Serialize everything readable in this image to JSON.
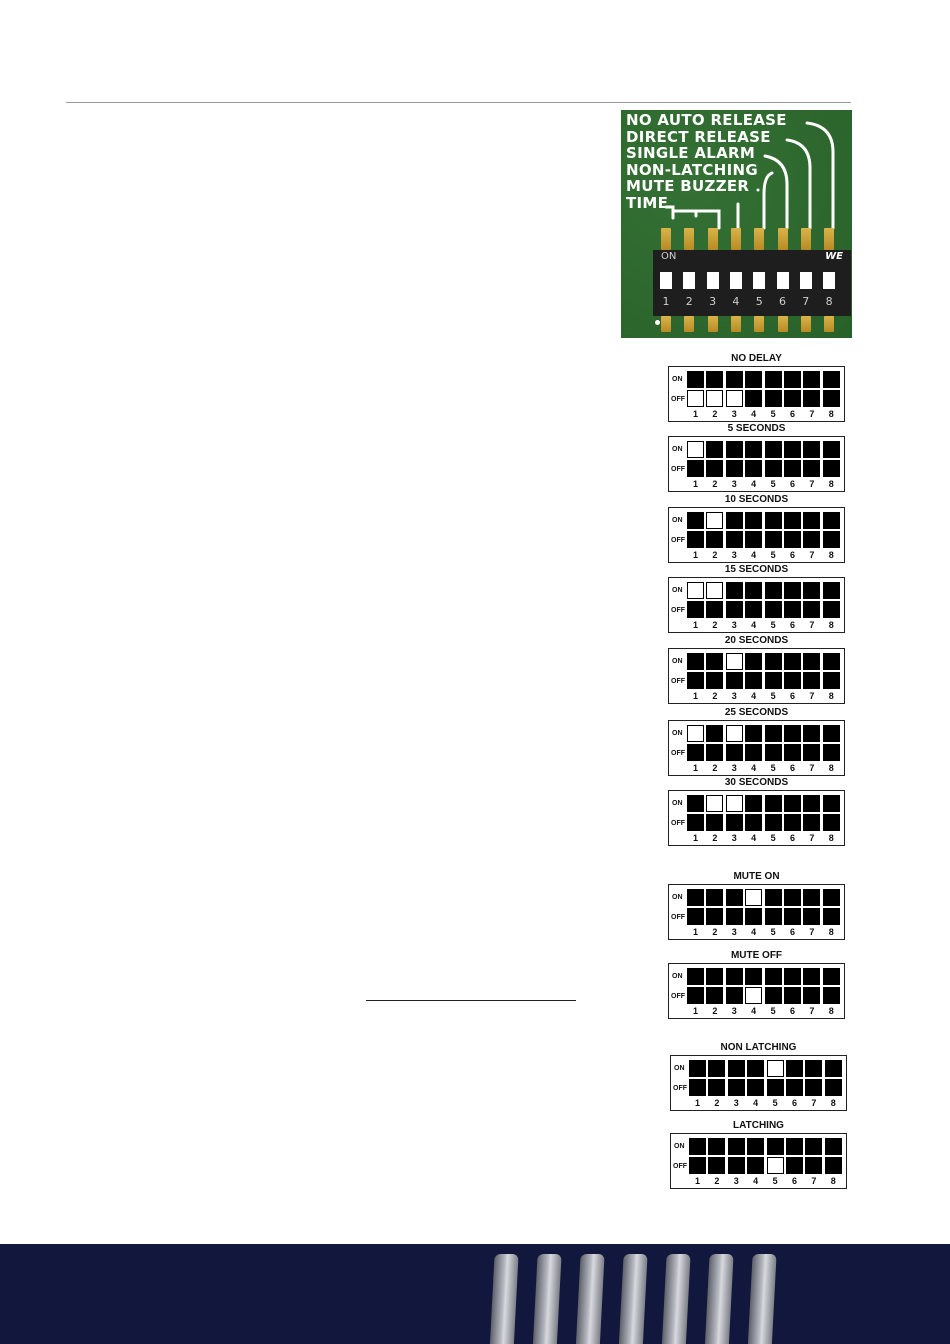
{
  "pcb": {
    "labels": [
      "NO AUTO RELEASE",
      "DIRECT RELEASE",
      "SINGLE ALARM",
      "NON-LATCHING",
      "MUTE BUZZER",
      "TIME"
    ],
    "switch_on_text": "ON",
    "brand_mark": "WE",
    "switch_numbers": [
      "1",
      "2",
      "3",
      "4",
      "5",
      "6",
      "7",
      "8"
    ]
  },
  "row_labels": {
    "on": "ON",
    "off": "OFF"
  },
  "column_numbers": [
    "1",
    "2",
    "3",
    "4",
    "5",
    "6",
    "7",
    "8"
  ],
  "diagrams": [
    {
      "title": "NO DELAY",
      "states": [
        0,
        0,
        0,
        -1,
        -1,
        -1,
        -1,
        -1
      ]
    },
    {
      "title": "5 SECONDS",
      "states": [
        1,
        -1,
        -1,
        -1,
        -1,
        -1,
        -1,
        -1
      ]
    },
    {
      "title": "10 SECONDS",
      "states": [
        -1,
        1,
        -1,
        -1,
        -1,
        -1,
        -1,
        -1
      ]
    },
    {
      "title": "15 SECONDS",
      "states": [
        1,
        1,
        -1,
        -1,
        -1,
        -1,
        -1,
        -1
      ]
    },
    {
      "title": "20 SECONDS",
      "states": [
        -1,
        -1,
        1,
        -1,
        -1,
        -1,
        -1,
        -1
      ]
    },
    {
      "title": "25 SECONDS",
      "states": [
        1,
        -1,
        1,
        -1,
        -1,
        -1,
        -1,
        -1
      ]
    },
    {
      "title": "30 SECONDS",
      "states": [
        -1,
        1,
        1,
        -1,
        -1,
        -1,
        -1,
        -1
      ]
    },
    {
      "title": "MUTE ON",
      "states": [
        -1,
        -1,
        -1,
        1,
        -1,
        -1,
        -1,
        -1
      ]
    },
    {
      "title": "MUTE OFF",
      "states": [
        -1,
        -1,
        -1,
        0,
        -1,
        -1,
        -1,
        -1
      ]
    },
    {
      "title": "NON LATCHING",
      "states": [
        -1,
        -1,
        -1,
        -1,
        1,
        -1,
        -1,
        -1
      ]
    },
    {
      "title": "LATCHING",
      "states": [
        -1,
        -1,
        -1,
        -1,
        0,
        -1,
        -1,
        -1
      ]
    }
  ],
  "colors": {
    "pcb_green": "#2c6a2c",
    "footer_navy": "#12173d",
    "pin_gold": "#c99e35"
  }
}
